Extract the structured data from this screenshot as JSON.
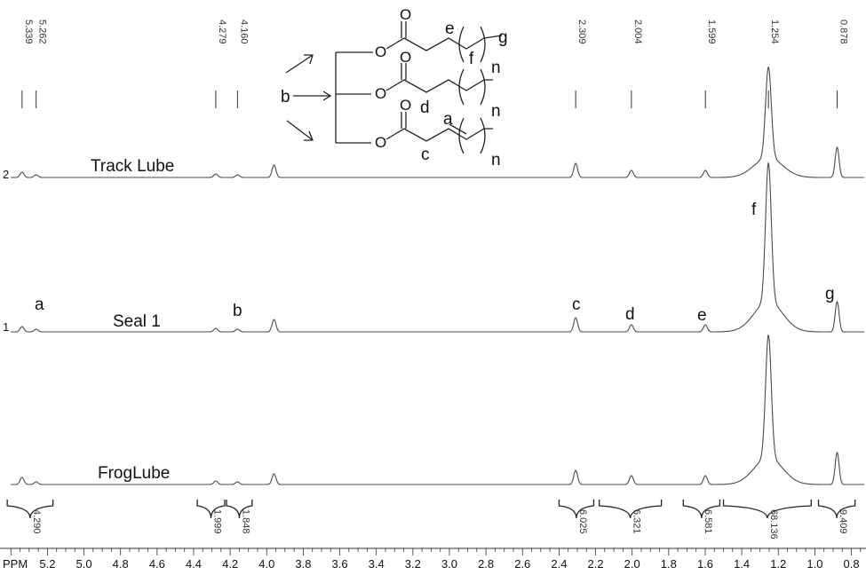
{
  "chart_data": {
    "type": "line",
    "xlabel": "PPM",
    "x_reversed": true,
    "xlim": [
      5.45,
      0.72
    ],
    "x_ticks": [
      "5.2",
      "5.0",
      "4.8",
      "4.6",
      "4.4",
      "4.2",
      "4.0",
      "3.8",
      "3.6",
      "3.4",
      "3.2",
      "3.0",
      "2.8",
      "2.6",
      "2.4",
      "2.2",
      "2.0",
      "1.8",
      "1.6",
      "1.4",
      "1.2",
      "1.0",
      "0.8"
    ],
    "peak_shift_labels": [
      "5.339",
      "5.262",
      "4.279",
      "4.160",
      "2.309",
      "2.004",
      "1.599",
      "1.254",
      "0.878"
    ],
    "series": [
      {
        "name": "Track Lube",
        "index_label": "2",
        "peaks": [
          {
            "x": 5.339,
            "h": 6
          },
          {
            "x": 5.262,
            "h": 3
          },
          {
            "x": 4.279,
            "h": 4
          },
          {
            "x": 4.16,
            "h": 3
          },
          {
            "x": 3.96,
            "h": 14
          },
          {
            "x": 2.309,
            "h": 16
          },
          {
            "x": 2.004,
            "h": 8
          },
          {
            "x": 1.599,
            "h": 8
          },
          {
            "x": 1.254,
            "h": 102
          },
          {
            "x": 0.878,
            "h": 34
          }
        ]
      },
      {
        "name": "Seal 1",
        "index_label": "1",
        "peaks": [
          {
            "x": 5.339,
            "h": 6
          },
          {
            "x": 5.262,
            "h": 3
          },
          {
            "x": 4.279,
            "h": 4
          },
          {
            "x": 4.16,
            "h": 3
          },
          {
            "x": 3.96,
            "h": 14
          },
          {
            "x": 2.309,
            "h": 16
          },
          {
            "x": 2.004,
            "h": 8
          },
          {
            "x": 1.599,
            "h": 8
          },
          {
            "x": 1.254,
            "h": 156
          },
          {
            "x": 0.878,
            "h": 34
          }
        ]
      },
      {
        "name": "FrogLube",
        "index_label": "",
        "peaks": [
          {
            "x": 5.339,
            "h": 8
          },
          {
            "x": 5.262,
            "h": 3
          },
          {
            "x": 4.279,
            "h": 4
          },
          {
            "x": 4.16,
            "h": 3
          },
          {
            "x": 3.96,
            "h": 12
          },
          {
            "x": 2.309,
            "h": 16
          },
          {
            "x": 2.004,
            "h": 10
          },
          {
            "x": 1.599,
            "h": 10
          },
          {
            "x": 1.254,
            "h": 138
          },
          {
            "x": 0.878,
            "h": 36
          }
        ]
      }
    ],
    "integrals": [
      {
        "value": "4.290",
        "from": 5.42,
        "to": 5.17
      },
      {
        "value": "1.999",
        "from": 4.38,
        "to": 4.23
      },
      {
        "value": "1.848",
        "from": 4.22,
        "to": 4.08
      },
      {
        "value": "6.025",
        "from": 2.4,
        "to": 2.21
      },
      {
        "value": "6.321",
        "from": 2.18,
        "to": 1.84
      },
      {
        "value": "6.581",
        "from": 1.72,
        "to": 1.52
      },
      {
        "value": "68.136",
        "from": 1.5,
        "to": 1.02
      },
      {
        "value": "9.409",
        "from": 0.98,
        "to": 0.78
      }
    ],
    "peak_assignments": [
      {
        "label": "a",
        "x": 5.339,
        "series": "Seal 1"
      },
      {
        "label": "b",
        "x": 4.2,
        "series": "Seal 1"
      },
      {
        "label": "c",
        "x": 2.309,
        "series": "Seal 1"
      },
      {
        "label": "d",
        "x": 2.004,
        "series": "Seal 1"
      },
      {
        "label": "e",
        "x": 1.599,
        "series": "Seal 1"
      },
      {
        "label": "f",
        "x": 1.254,
        "series": "Seal 1"
      },
      {
        "label": "g",
        "x": 0.878,
        "series": "Seal 1"
      }
    ]
  },
  "structure": {
    "labels": {
      "a": "a",
      "b": "b",
      "c": "c",
      "d": "d",
      "e": "e",
      "f": "f",
      "g": "g",
      "n": "n",
      "O": "O"
    }
  }
}
